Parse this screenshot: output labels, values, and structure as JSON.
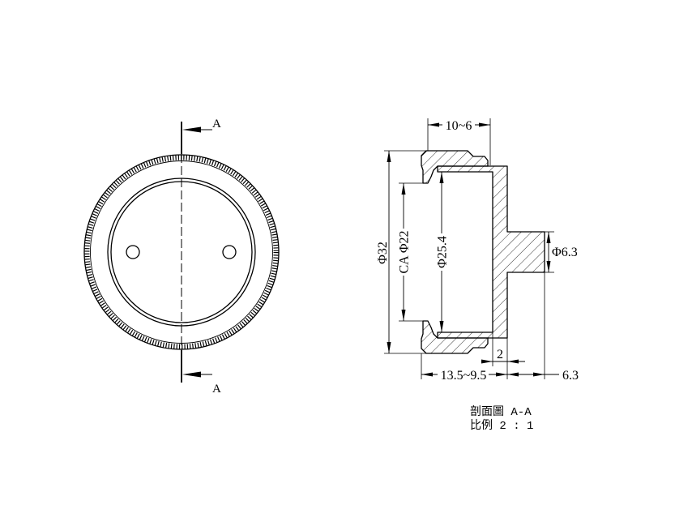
{
  "drawing": {
    "front_view": {
      "section_label_top": "A",
      "section_label_bottom": "A"
    },
    "section_view": {
      "dim_length_top": "10~6",
      "dim_outer_diameter": "Φ32",
      "dim_clear_aperture": "CA Φ22",
      "dim_inner_diameter": "Φ25.4",
      "dim_boss_diameter": "Φ6.3",
      "dim_plate_thickness": "2",
      "dim_length_bottom": "13.5~9.5",
      "dim_boss_length": "6.3"
    },
    "title_block": {
      "section_title": "剖面圖 A-A",
      "scale": "比例 2 : 1"
    }
  },
  "colors": {
    "line": "#000000",
    "background": "#ffffff"
  }
}
